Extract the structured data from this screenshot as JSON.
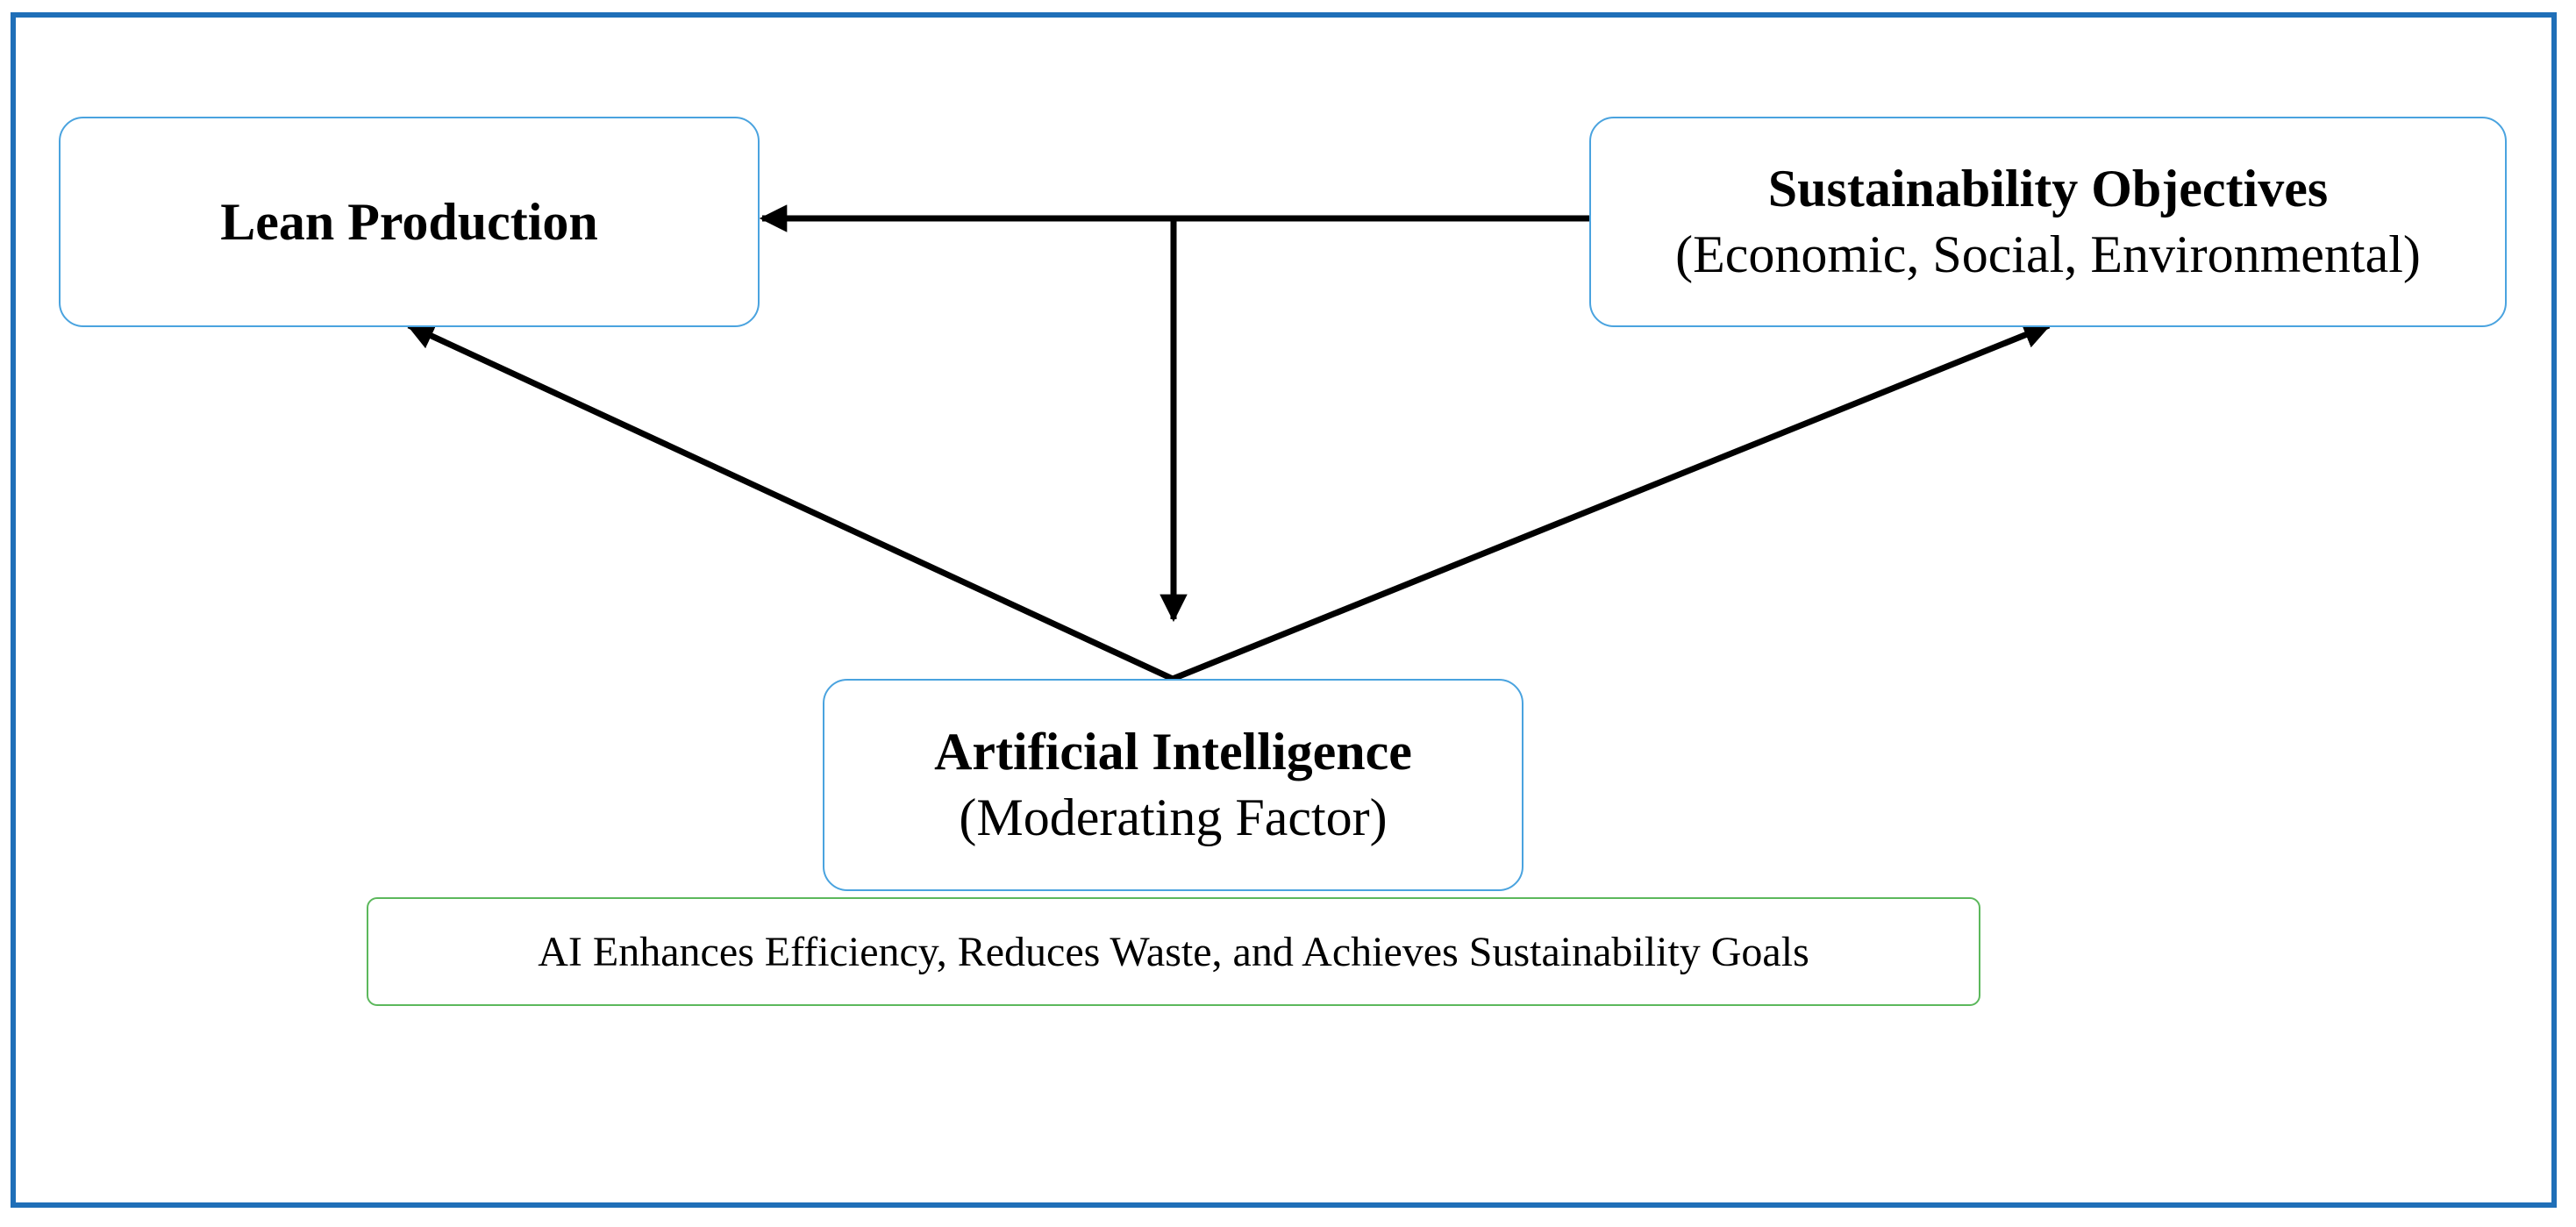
{
  "diagram": {
    "nodes": {
      "lean_production": {
        "title": "Lean Production"
      },
      "sustainability": {
        "title": "Sustainability Objectives",
        "subtitle": "(Economic, Social, Environmental)"
      },
      "artificial_intelligence": {
        "title": "Artificial Intelligence",
        "subtitle": "(Moderating Factor)"
      }
    },
    "note": "AI Enhances Efficiency, Reduces Waste, and Achieves Sustainability Goals",
    "edges": [
      {
        "from": "sustainability",
        "to": "lean_production"
      },
      {
        "from": "sustainability_lean_link",
        "to": "artificial_intelligence"
      },
      {
        "from": "artificial_intelligence",
        "to": "lean_production"
      },
      {
        "from": "artificial_intelligence",
        "to": "sustainability"
      }
    ],
    "colors": {
      "frame": "#1f6fb8",
      "node_border": "#4aa3df",
      "note_border": "#5cb85c",
      "arrow": "#000000"
    }
  }
}
